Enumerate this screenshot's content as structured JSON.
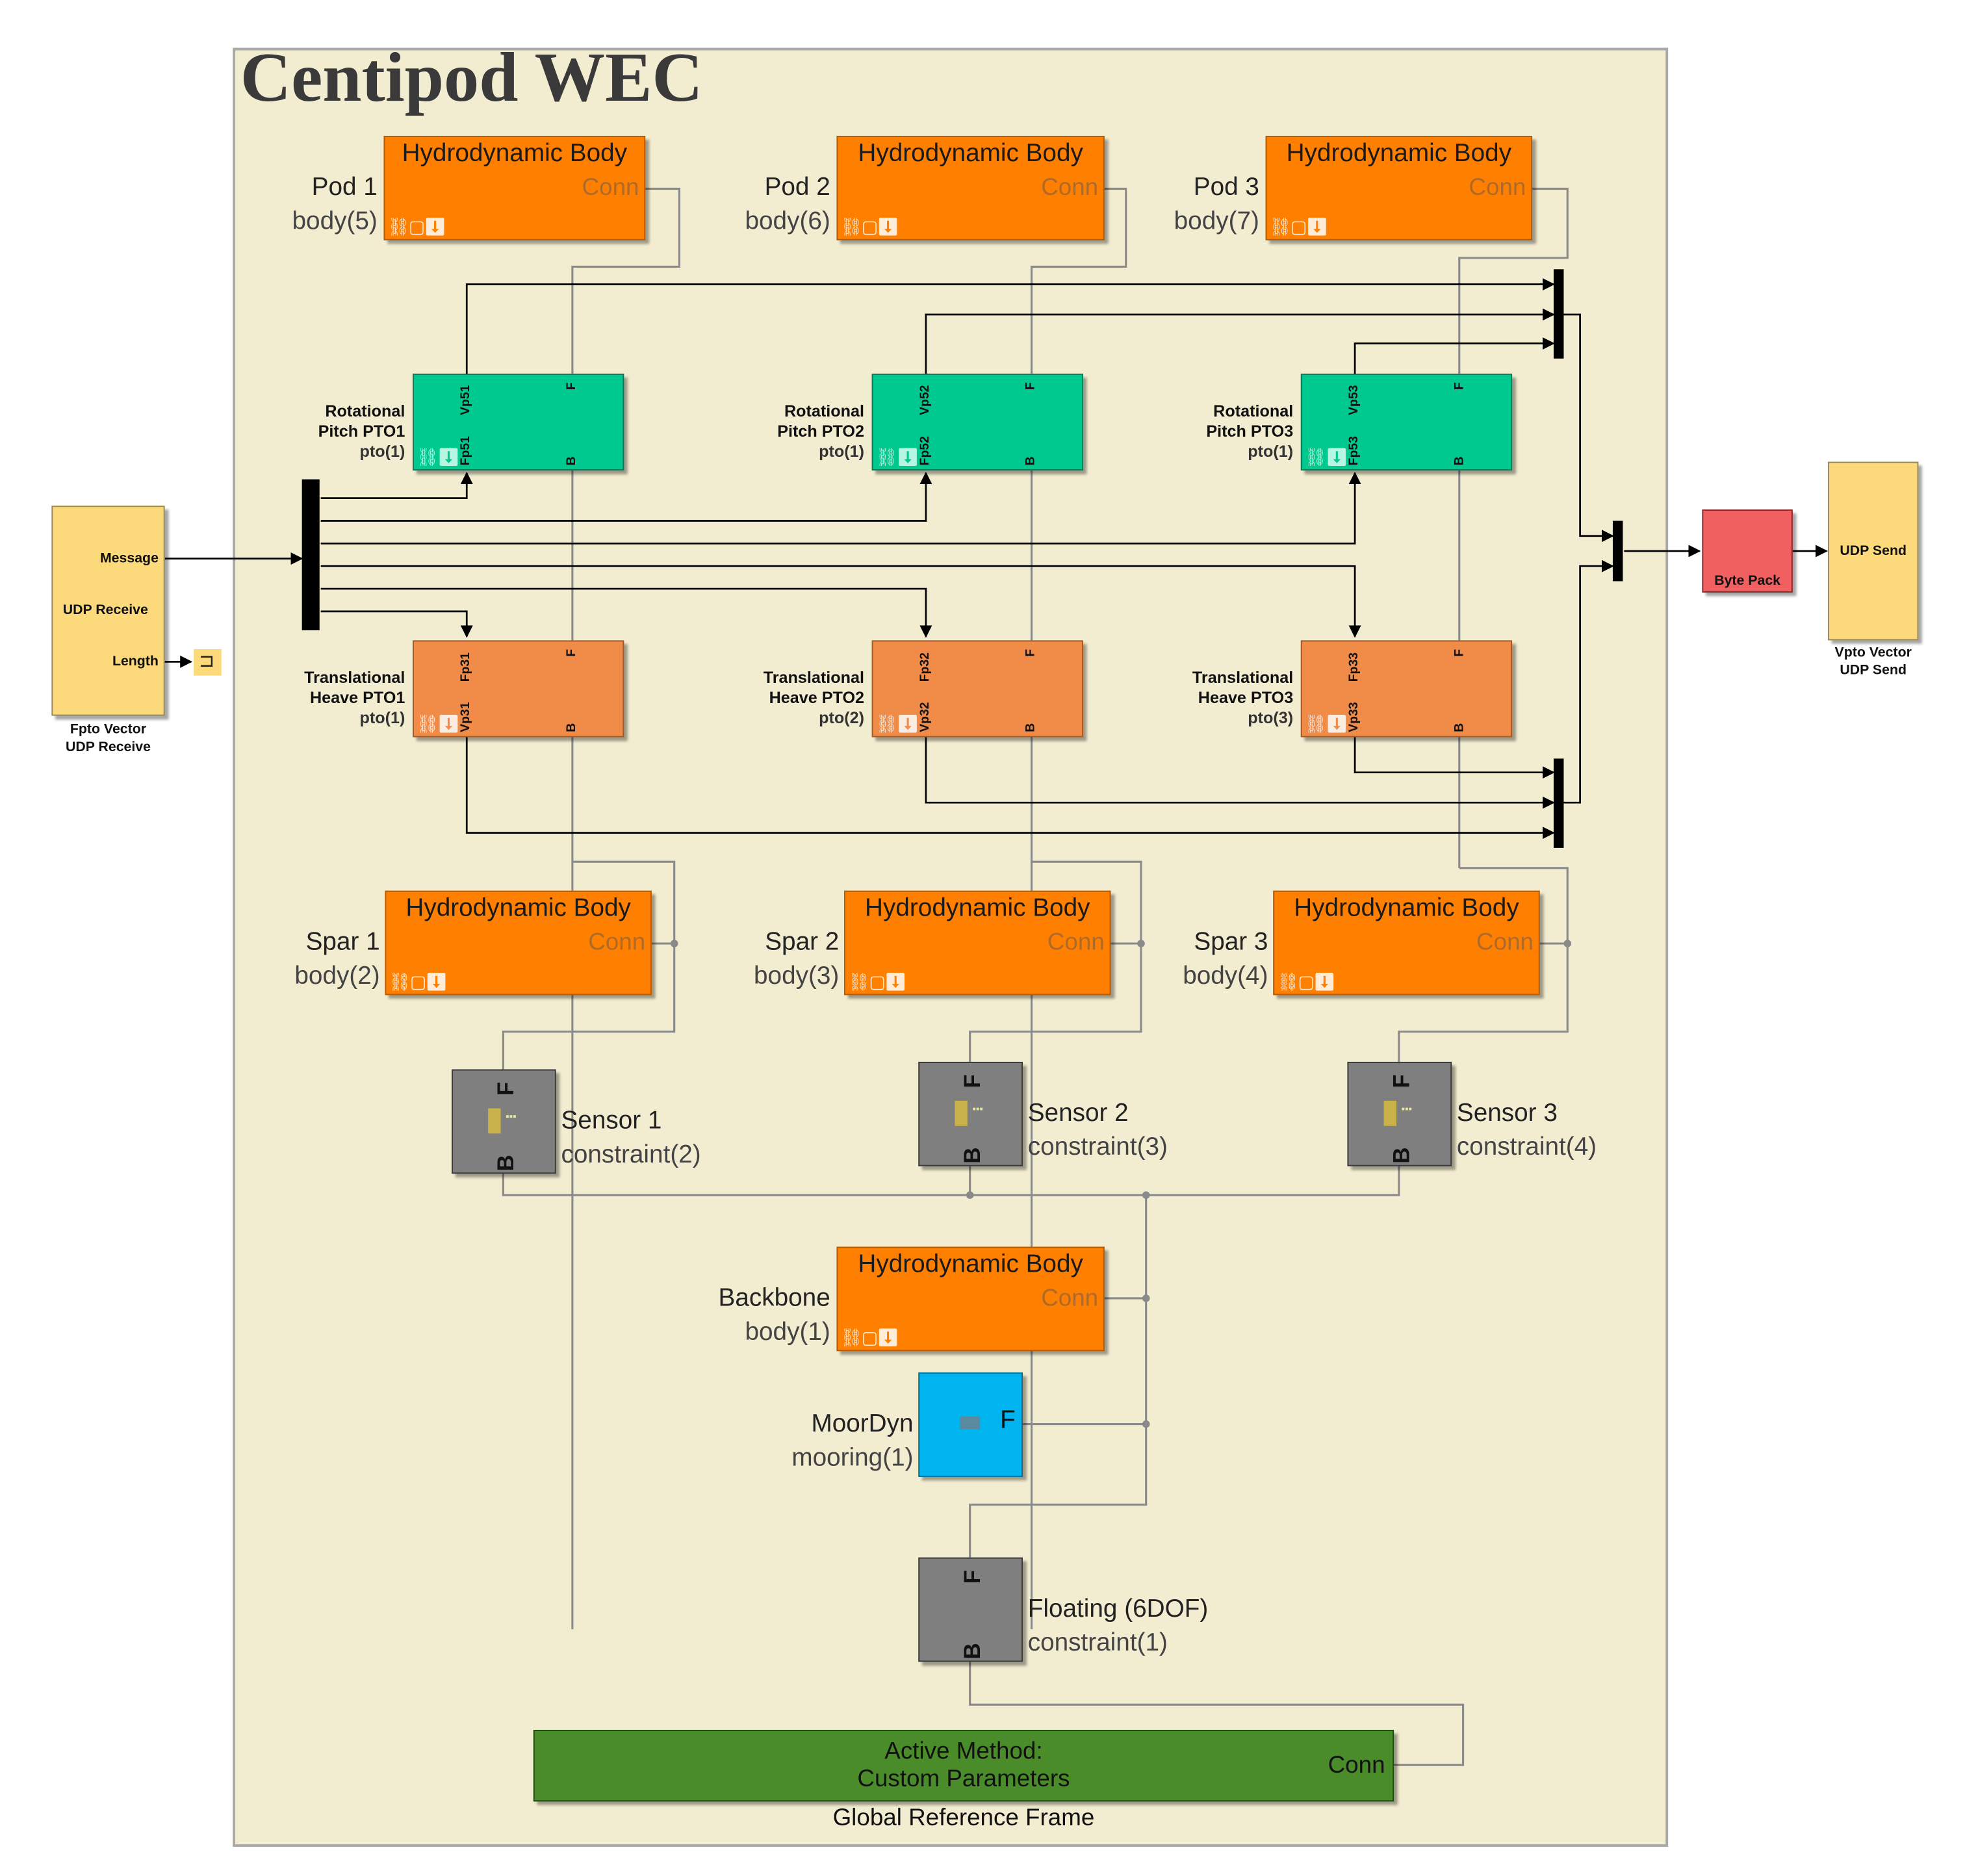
{
  "title": "Centipod WEC",
  "hydro_block_label": "Hydrodynamic Body",
  "conn_label": "Conn",
  "pods": [
    {
      "name": "Pod 1",
      "id": "body(5)"
    },
    {
      "name": "Pod 2",
      "id": "body(6)"
    },
    {
      "name": "Pod 3",
      "id": "body(7)"
    }
  ],
  "spars": [
    {
      "name": "Spar 1",
      "id": "body(2)"
    },
    {
      "name": "Spar 2",
      "id": "body(3)"
    },
    {
      "name": "Spar 3",
      "id": "body(4)"
    }
  ],
  "rotational_ptos": [
    {
      "line1": "Rotational",
      "line2": "Pitch PTO1",
      "id": "pto(1)",
      "port_v": "Vp51",
      "port_f": "Fp51"
    },
    {
      "line1": "Rotational",
      "line2": "Pitch PTO2",
      "id": "pto(1)",
      "port_v": "Vp52",
      "port_f": "Fp52"
    },
    {
      "line1": "Rotational",
      "line2": "Pitch PTO3",
      "id": "pto(1)",
      "port_v": "Vp53",
      "port_f": "Fp53"
    }
  ],
  "translational_ptos": [
    {
      "line1": "Translational",
      "line2": "Heave PTO1",
      "id": "pto(1)",
      "port_f": "Fp31",
      "port_v": "Vp31"
    },
    {
      "line1": "Translational",
      "line2": "Heave PTO2",
      "id": "pto(2)",
      "port_f": "Fp32",
      "port_v": "Vp32"
    },
    {
      "line1": "Translational",
      "line2": "Heave PTO3",
      "id": "pto(3)",
      "port_f": "Fp33",
      "port_v": "Vp33"
    }
  ],
  "port_F": "F",
  "port_B": "B",
  "sensors": [
    {
      "name": "Sensor 1",
      "id": "constraint(2)"
    },
    {
      "name": "Sensor 2",
      "id": "constraint(3)"
    },
    {
      "name": "Sensor 3",
      "id": "constraint(4)"
    }
  ],
  "backbone": {
    "name": "Backbone",
    "id": "body(1)"
  },
  "mooring": {
    "name": "MoorDyn",
    "id": "mooring(1)"
  },
  "floating": {
    "name": "Floating (6DOF)",
    "id": "constraint(1)"
  },
  "global_frame": {
    "line1": "Active Method:",
    "line2": "Custom Parameters",
    "conn": "Conn",
    "caption": "Global Reference Frame"
  },
  "udp_receive": {
    "port_message": "Message",
    "label": "UDP Receive",
    "port_length": "Length",
    "caption1": "Fpto Vector",
    "caption2": "UDP Receive"
  },
  "byte_pack": "Byte Pack",
  "udp_send": {
    "label": "UDP Send",
    "caption1": "Vpto Vector",
    "caption2": "UDP Send"
  },
  "colors": {
    "panel": "#f2ecd0",
    "hydro": "#ff7f00",
    "rotational_pto": "#00c98f",
    "translational_pto": "#f08c48",
    "udp": "#fcd97a",
    "byte_pack": "#f06060",
    "mooring": "#00b4f0",
    "sensor": "#7f7f7f",
    "global_frame": "#4a8c2a"
  }
}
